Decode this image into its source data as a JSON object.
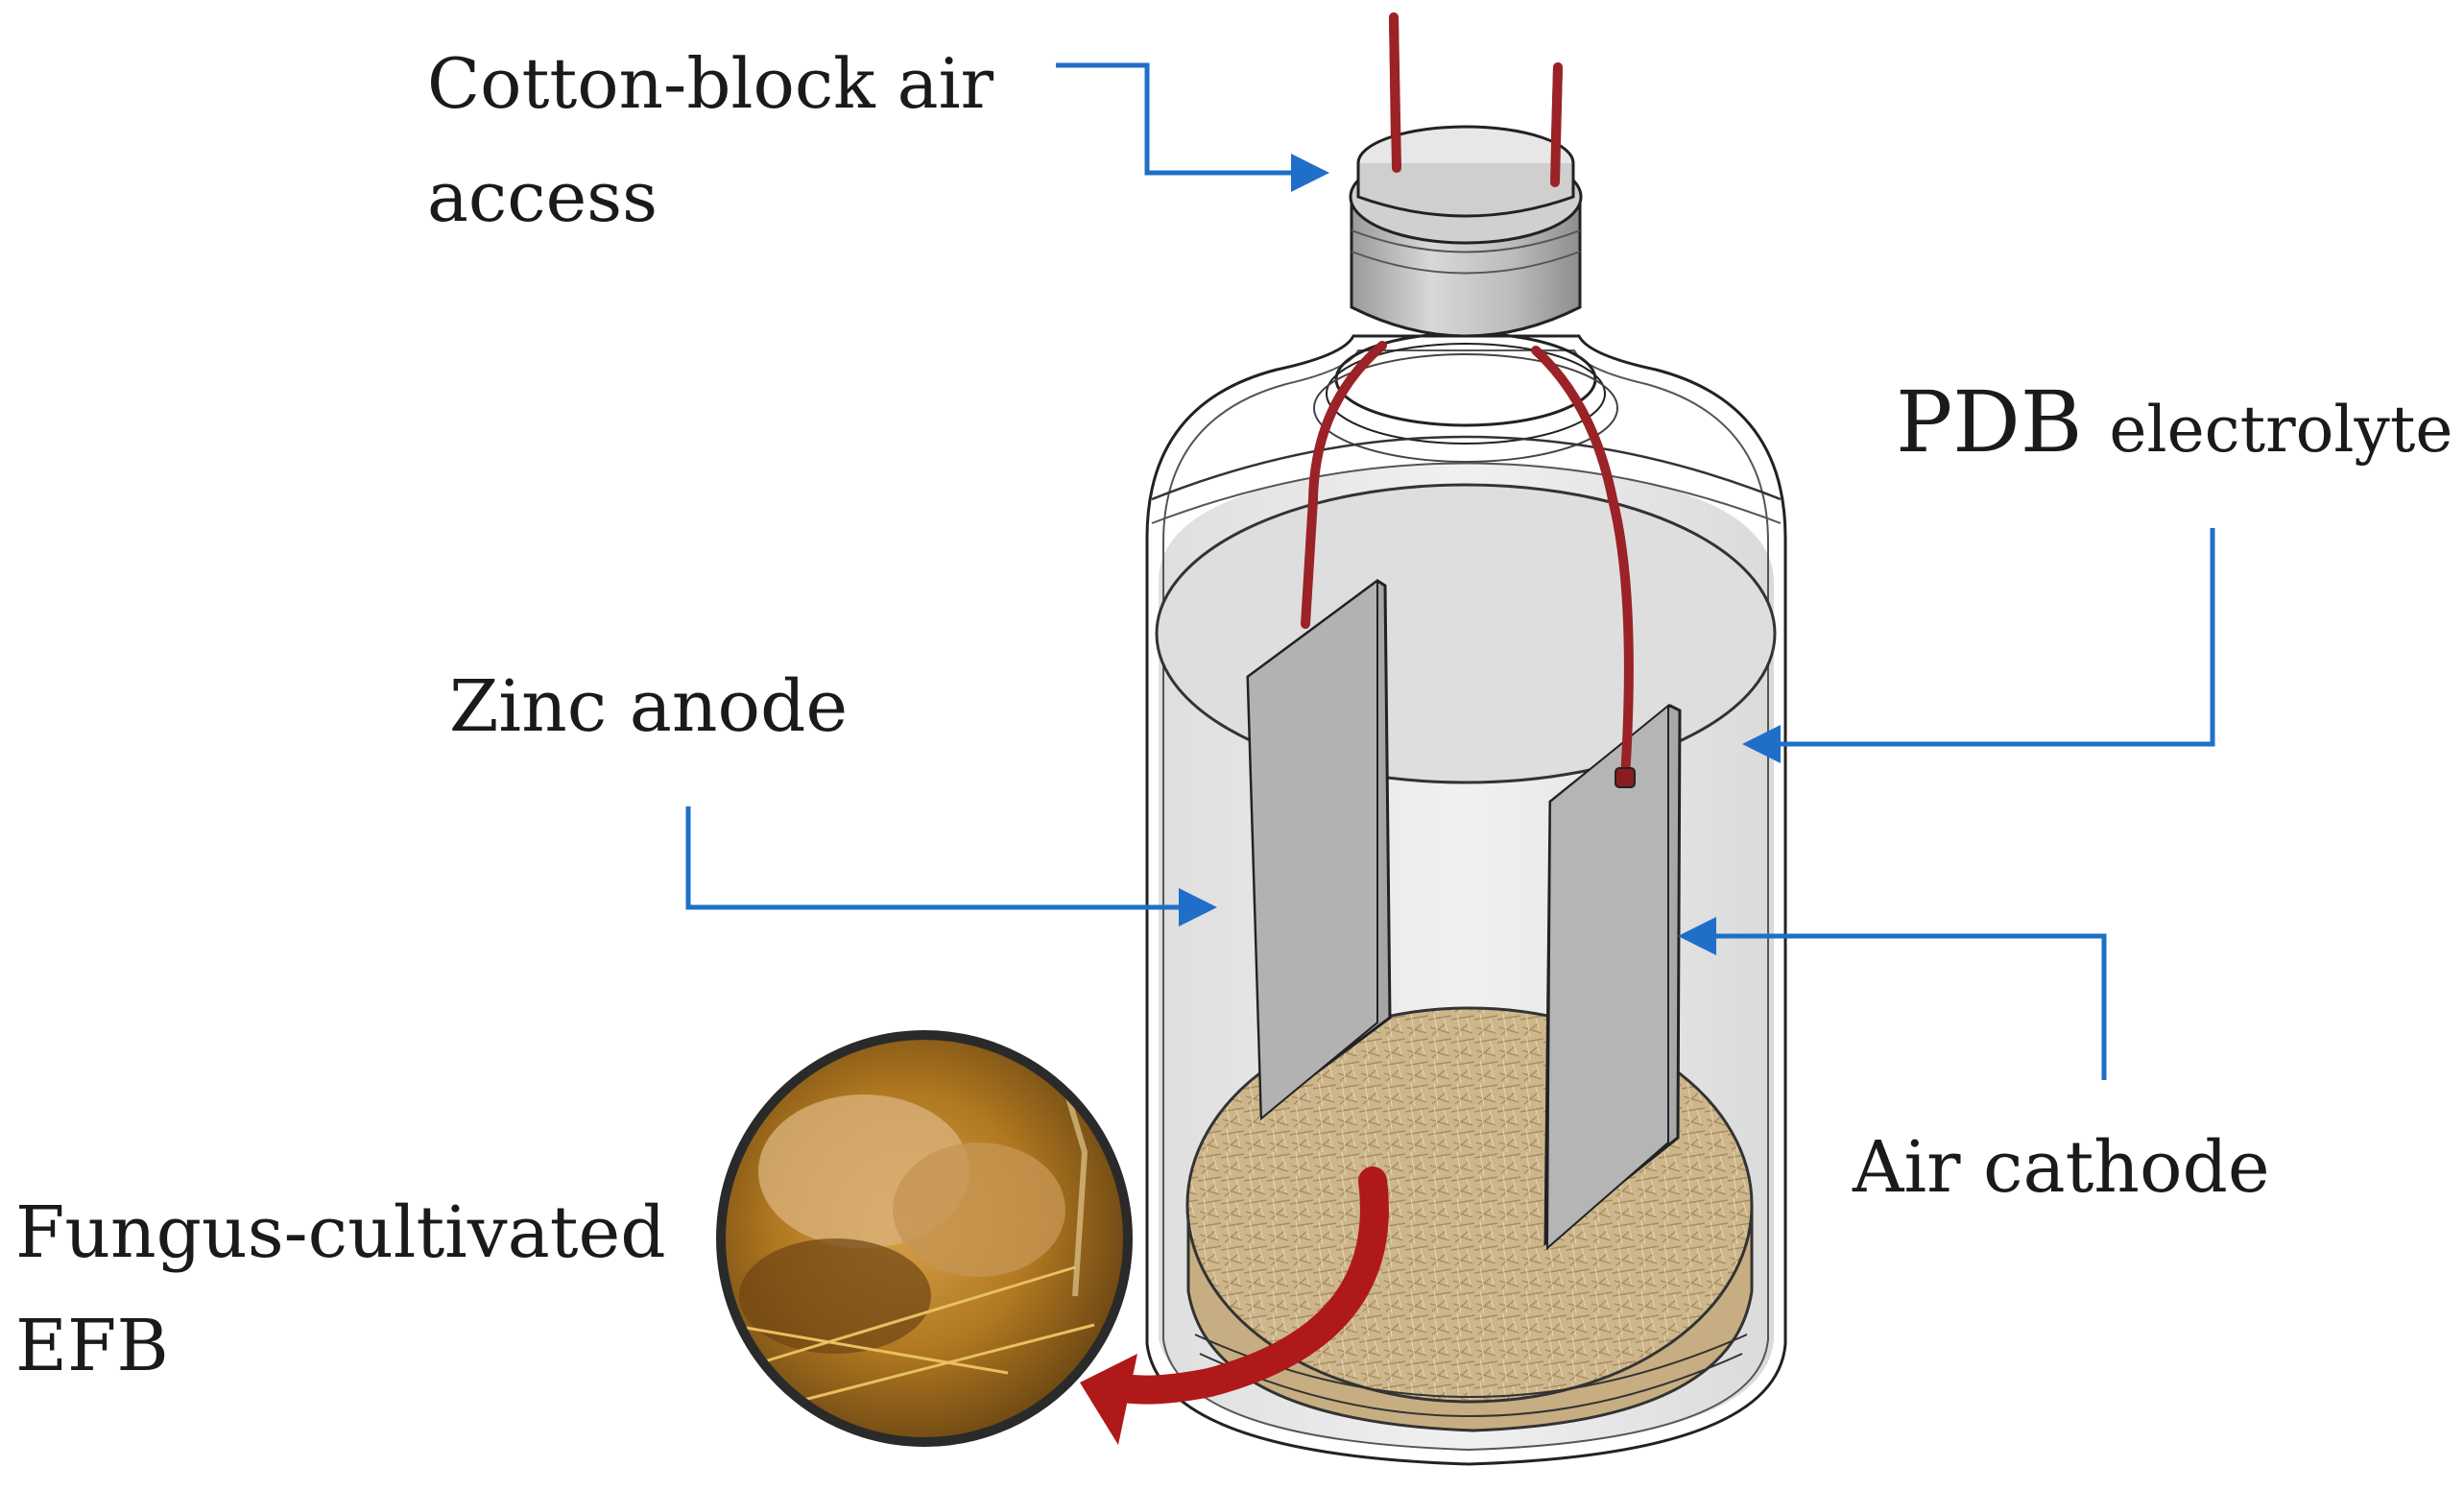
{
  "labels": {
    "cotton_line1": "Cotton-block air",
    "cotton_line2": "access",
    "pdb_main": "PDB",
    "pdb_rest": "electrolyte",
    "zinc": "Zinc anode",
    "air_cathode": "Air cathode",
    "fungus_line1": "Fungus-cultivated",
    "fungus_line2": "EFB"
  },
  "colors": {
    "callout": "#1f6fc9",
    "wire": "#a0262a",
    "plate": "#a9a9a9",
    "cap": "#c4c4c4",
    "efb_bed": "#cbb38a",
    "photo": "#b9821e",
    "red_arrow": "#b01919"
  },
  "icons": {
    "bottle": "glass-bottle-icon",
    "cap": "cotton-block-cap-icon",
    "efb_photo": "efb-photo-inset"
  }
}
